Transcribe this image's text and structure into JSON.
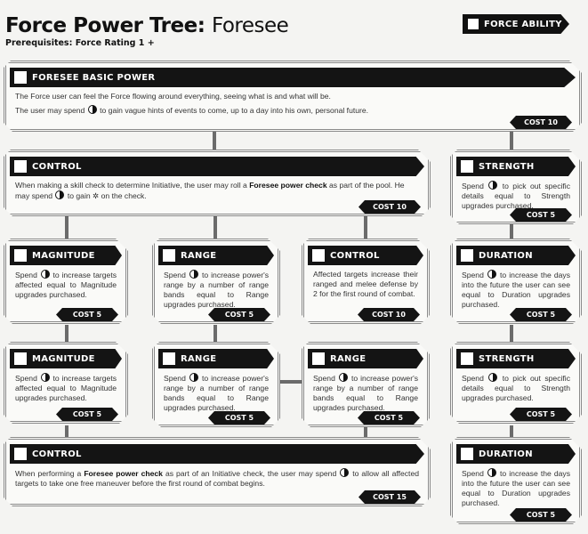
{
  "header": {
    "title_bold": "Force Power Tree:",
    "title_light": "Foresee",
    "prerequisites": "Prerequisites: Force Rating 1 +",
    "badge": "FORCE ABILITY"
  },
  "icons": {
    "force_point": "light-dark-force-pip-icon",
    "advantage": "advantage-star-icon"
  },
  "cards": {
    "basic": {
      "title": "FORESEE BASIC POWER",
      "line1": "The Force user can feel the Force flowing around everything, seeing what is and what will be.",
      "line2_pre": "The user may spend",
      "line2_post": "to gain vague hints of events to come, up to a day into his own, personal future.",
      "cost": "COST 10"
    },
    "control1": {
      "title": "CONTROL",
      "text_pre": "When making a skill check to determine Initiative, the user may roll a",
      "text_bold": "Foresee power check",
      "text_mid": "as part of the pool. He may spend",
      "text_mid2": "to gain",
      "text_post": "on the check.",
      "cost": "COST 10"
    },
    "strength1": {
      "title": "STRENGTH",
      "pre": "Spend",
      "post": "to pick out specific details equal to Strength upgrades purchased.",
      "cost": "COST 5"
    },
    "magnitude1": {
      "title": "MAGNITUDE",
      "pre": "Spend",
      "post": "to increase targets affected equal to Magnitude upgrades purchased.",
      "cost": "COST 5"
    },
    "range1": {
      "title": "RANGE",
      "pre": "Spend",
      "post": "to increase power's range by a number of range bands equal to Range upgrades purchased.",
      "cost": "COST 5"
    },
    "control2": {
      "title": "CONTROL",
      "text": "Affected targets increase their ranged and melee defense by 2 for the first round of combat.",
      "cost": "COST 10"
    },
    "duration1": {
      "title": "DURATION",
      "pre": "Spend",
      "post": "to increase the days into the future the user can see equal to Duration upgrades purchased.",
      "cost": "COST 5"
    },
    "magnitude2": {
      "title": "MAGNITUDE",
      "pre": "Spend",
      "post": "to increase targets affected equal to Magnitude upgrades purchased.",
      "cost": "COST 5"
    },
    "range2": {
      "title": "RANGE",
      "pre": "Spend",
      "post": "to increase power's range by a number of range bands equal to Range upgrades purchased.",
      "cost": "COST 5"
    },
    "range3": {
      "title": "RANGE",
      "pre": "Spend",
      "post": "to increase power's range by a number of range bands equal to Range upgrades purchased.",
      "cost": "COST 5"
    },
    "strength2": {
      "title": "STRENGTH",
      "pre": "Spend",
      "post": "to pick out specific details equal to Strength upgrades purchased.",
      "cost": "COST 5"
    },
    "control3": {
      "title": "CONTROL",
      "text_pre": "When performing a",
      "text_bold": "Foresee power check",
      "text_mid": "as part of an Initiative check, the user may spend",
      "text_post": "to allow all affected targets to take one free maneuver before the first round of combat begins.",
      "cost": "COST 15"
    },
    "duration2": {
      "title": "DURATION",
      "pre": "Spend",
      "post": "to increase the days into the future the user can see equal to Duration upgrades purchased.",
      "cost": "COST 5"
    }
  }
}
